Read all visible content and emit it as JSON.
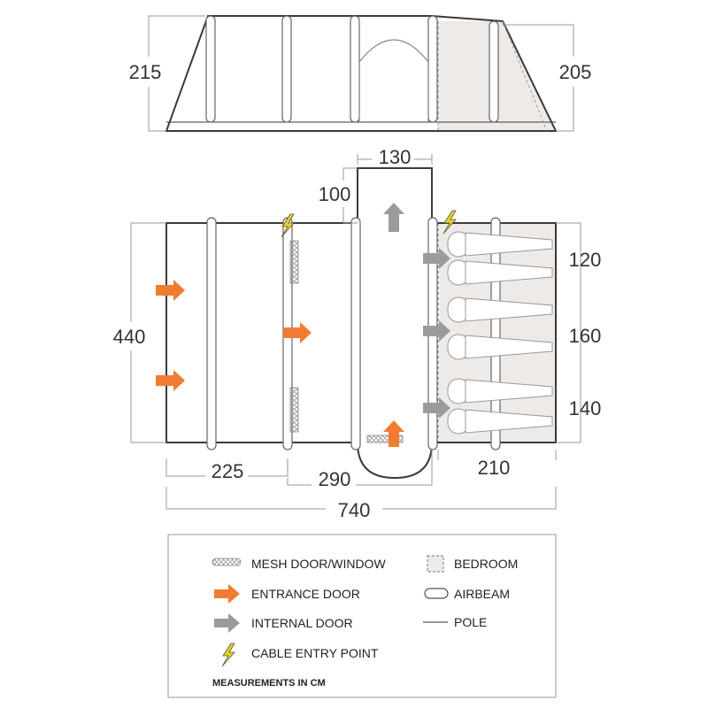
{
  "colors": {
    "outline": "#3a3a3a",
    "pole": "#666666",
    "bedroom_fill": "#eeeae8",
    "entrance_arrow": "#f07c32",
    "internal_arrow": "#9b9b9b",
    "cable_icon": "#e8d21c",
    "dimension_line": "#9a9a9a"
  },
  "elevation": {
    "height_left": "215",
    "height_right": "205"
  },
  "plan": {
    "porch_width": "130",
    "porch_depth": "100",
    "depth_total": "440",
    "bedroom_1_depth": "120",
    "bedroom_2_depth": "160",
    "bedroom_3_depth": "140",
    "section_1_length": "225",
    "section_2_length": "290",
    "bedroom_length": "210",
    "overall_length": "740"
  },
  "legend": {
    "mesh": "MESH DOOR/WINDOW",
    "entrance": "ENTRANCE DOOR",
    "internal": "INTERNAL DOOR",
    "cable": "CABLE ENTRY POINT",
    "bedroom": "BEDROOM",
    "airbeam": "AIRBEAM",
    "pole": "POLE",
    "note": "MEASUREMENTS IN CM"
  }
}
